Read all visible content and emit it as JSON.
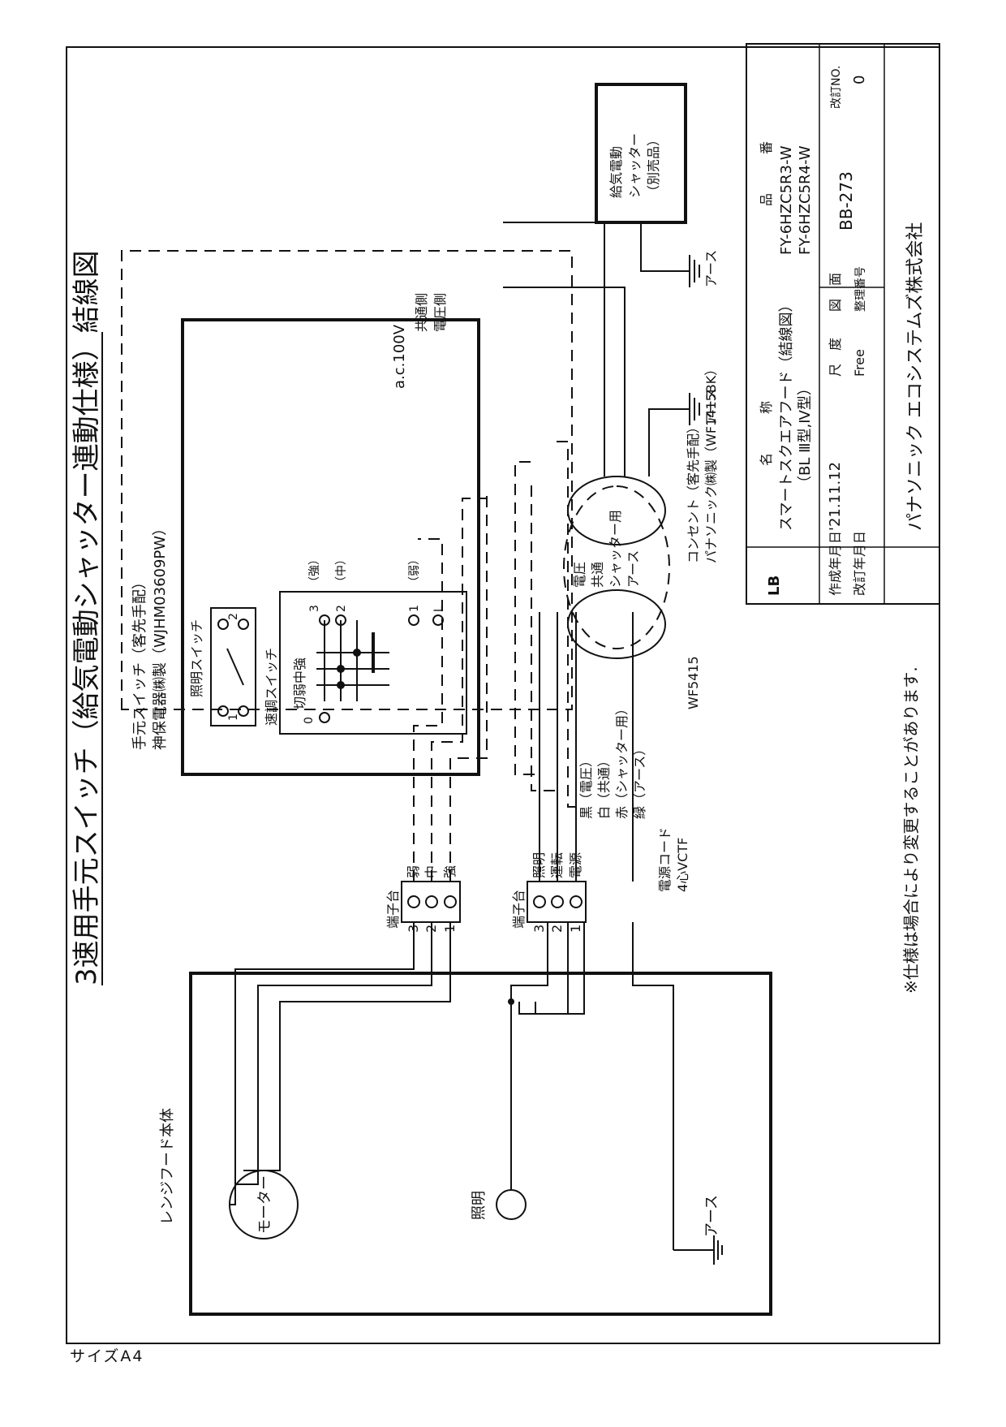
{
  "title": "3速用手元スイッチ（給気電動シャッター連動仕様）結線図",
  "note": "※仕様は場合により変更することがあります.",
  "sheet_size": "サイズA4",
  "hood_body": {
    "label": "レンジフード本体",
    "motor": "モーター",
    "light": "照明",
    "earth": "アース",
    "terminal_block_speed": {
      "label": "端子台",
      "pins": [
        "3",
        "2",
        "1"
      ],
      "wires": [
        "弱",
        "中",
        "強"
      ]
    },
    "terminal_block_power": {
      "label": "端子台",
      "pins": [
        "3",
        "2",
        "1"
      ],
      "wires": [
        "照明",
        "運転",
        "電源"
      ]
    }
  },
  "switch": {
    "title": "手元スイッチ（客先手配）",
    "maker": "神保電器㈱製（WJHM03609PW）",
    "light_switch": {
      "label": "照明スイッチ",
      "terminals": [
        "1",
        "2"
      ]
    },
    "speed_switch": {
      "label": "速調スイッチ",
      "positions": "切弱中強",
      "terminals": [
        "0",
        "3",
        "2",
        "1",
        "L"
      ],
      "levels": [
        "（強）",
        "（中）",
        "（弱）"
      ]
    }
  },
  "cord": {
    "name": "電源コード",
    "spec": "4心VCTF",
    "wires": [
      "黒（電圧）",
      "白（共通）",
      "赤（シャッター用）",
      "緑（アース）"
    ],
    "plug": "WF5415"
  },
  "outlet": {
    "wires": [
      "電圧",
      "共通",
      "シャッター用",
      "アース"
    ],
    "name": "コンセント（客先手配）",
    "maker": "パナソニック㈱製（WF1415BK）",
    "earth": "アース"
  },
  "supply": {
    "voltage": "a.c.100V",
    "lines": [
      "共通側",
      "電圧側"
    ]
  },
  "shutter": {
    "lines": [
      "給気電動",
      "シャッター",
      "（別売品）"
    ],
    "earth": "アース"
  },
  "title_block": {
    "logo": "LB",
    "name_header": "名　　　称",
    "product_name": [
      "スマートスクエアフード（結線図）",
      "（BL Ⅲ型,Ⅳ型）"
    ],
    "part_header": "品　　　番",
    "part_numbers": [
      "FY-6HZC5R3-W",
      "FY-6HZC5R4-W"
    ],
    "created_label": "作成年月日",
    "created_date": "'21.11.12",
    "revised_label": "改訂年月日",
    "scale_label": "尺　度",
    "scale_value": "Free",
    "drawing_label": "図　面",
    "drawing_sub": "整理番号",
    "drawing_number": "BB-273",
    "rev_label": "改訂NO.",
    "rev_value": "0",
    "company": "パナソニック エコシステムズ株式会社"
  }
}
